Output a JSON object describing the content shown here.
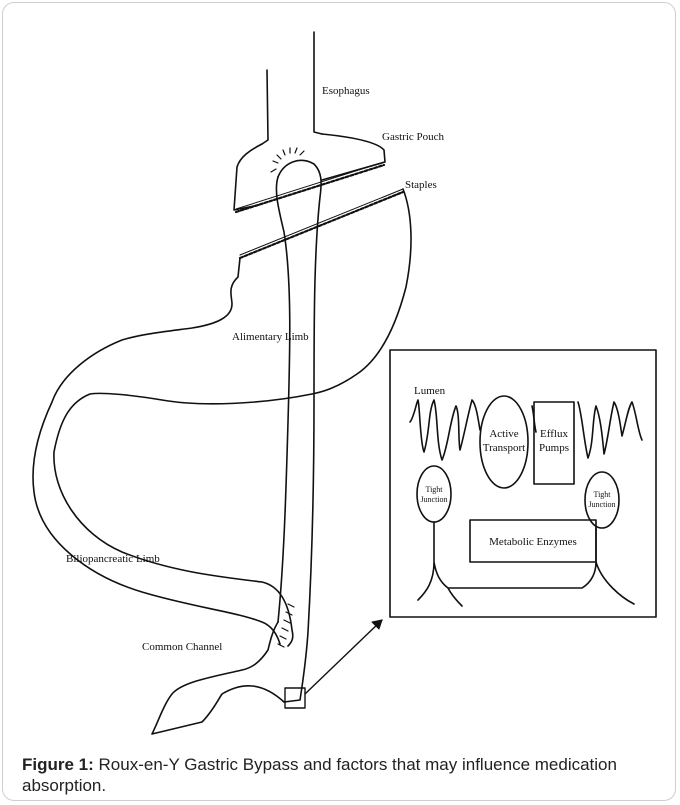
{
  "diagram": {
    "labels": {
      "esophagus": "Esophagus",
      "gastric_pouch": "Gastric Pouch",
      "staples": "Staples",
      "alimentary_limb": "Alimentary Limb",
      "biliopancreatic_limb": "Biliopancreatic Limb",
      "common_channel": "Common Channel"
    },
    "inset": {
      "lumen": "Lumen",
      "active_transport": [
        "Active",
        "Transport"
      ],
      "efflux_pumps": [
        "Efflux",
        "Pumps"
      ],
      "tight_junction": [
        "Tight",
        "Junction"
      ],
      "metabolic_enzymes": "Metabolic Enzymes"
    }
  },
  "caption": {
    "label": "Figure 1:",
    "text": " Roux-en-Y Gastric Bypass and factors that may influence medication absorption."
  }
}
